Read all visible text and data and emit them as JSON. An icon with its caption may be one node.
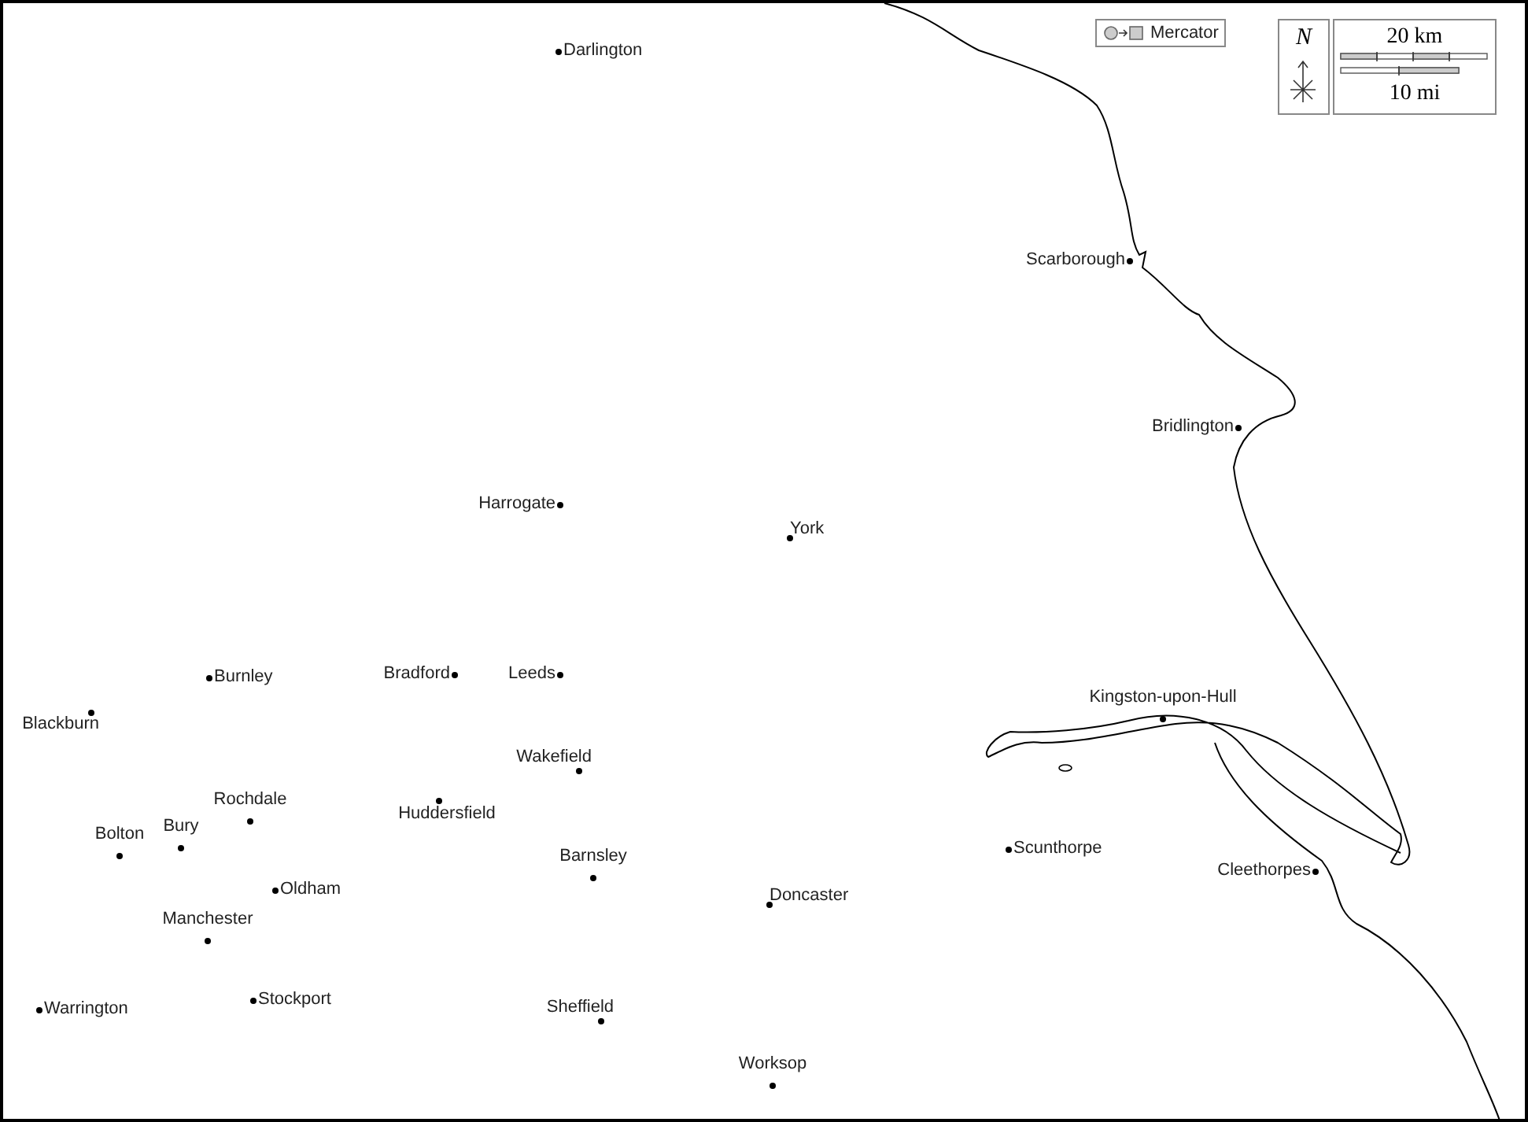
{
  "diagram": {
    "labels": [
      "Mercator",
      "N",
      "20 km",
      "10 mi",
      "Darlington",
      "Scarborough",
      "Bridlington",
      "Harrogate",
      "York",
      "Burnley",
      "Bradford",
      "Leeds",
      "Blackburn",
      "Kingston-upon-Hull",
      "Wakefield",
      "Rochdale",
      "Huddersfield",
      "Bolton",
      "Bury",
      "Scunthorpe",
      "Barnsley",
      "Cleethorpes",
      "Oldham",
      "Doncaster",
      "Manchester",
      "Stockport",
      "Warrington",
      "Sheffield",
      "Worksop"
    ]
  }
}
